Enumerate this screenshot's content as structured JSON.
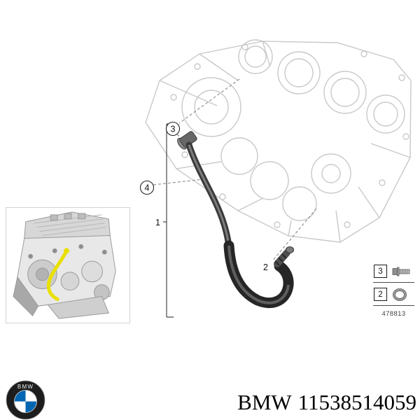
{
  "colors": {
    "bmw_blue": "#0066B1",
    "highlight_yellow": "#e9e000"
  },
  "main_diagram": {
    "callout_1": "1",
    "callout_2": "2",
    "callout_3": "3",
    "callout_4": "4"
  },
  "legend": {
    "rows": [
      {
        "number": "3",
        "icon": "bolt-icon"
      },
      {
        "number": "2",
        "icon": "o-ring-icon"
      }
    ],
    "code": "478813"
  },
  "footer": {
    "brand": "BMW",
    "part_number": "11538514059",
    "logo_text": "BMW"
  }
}
